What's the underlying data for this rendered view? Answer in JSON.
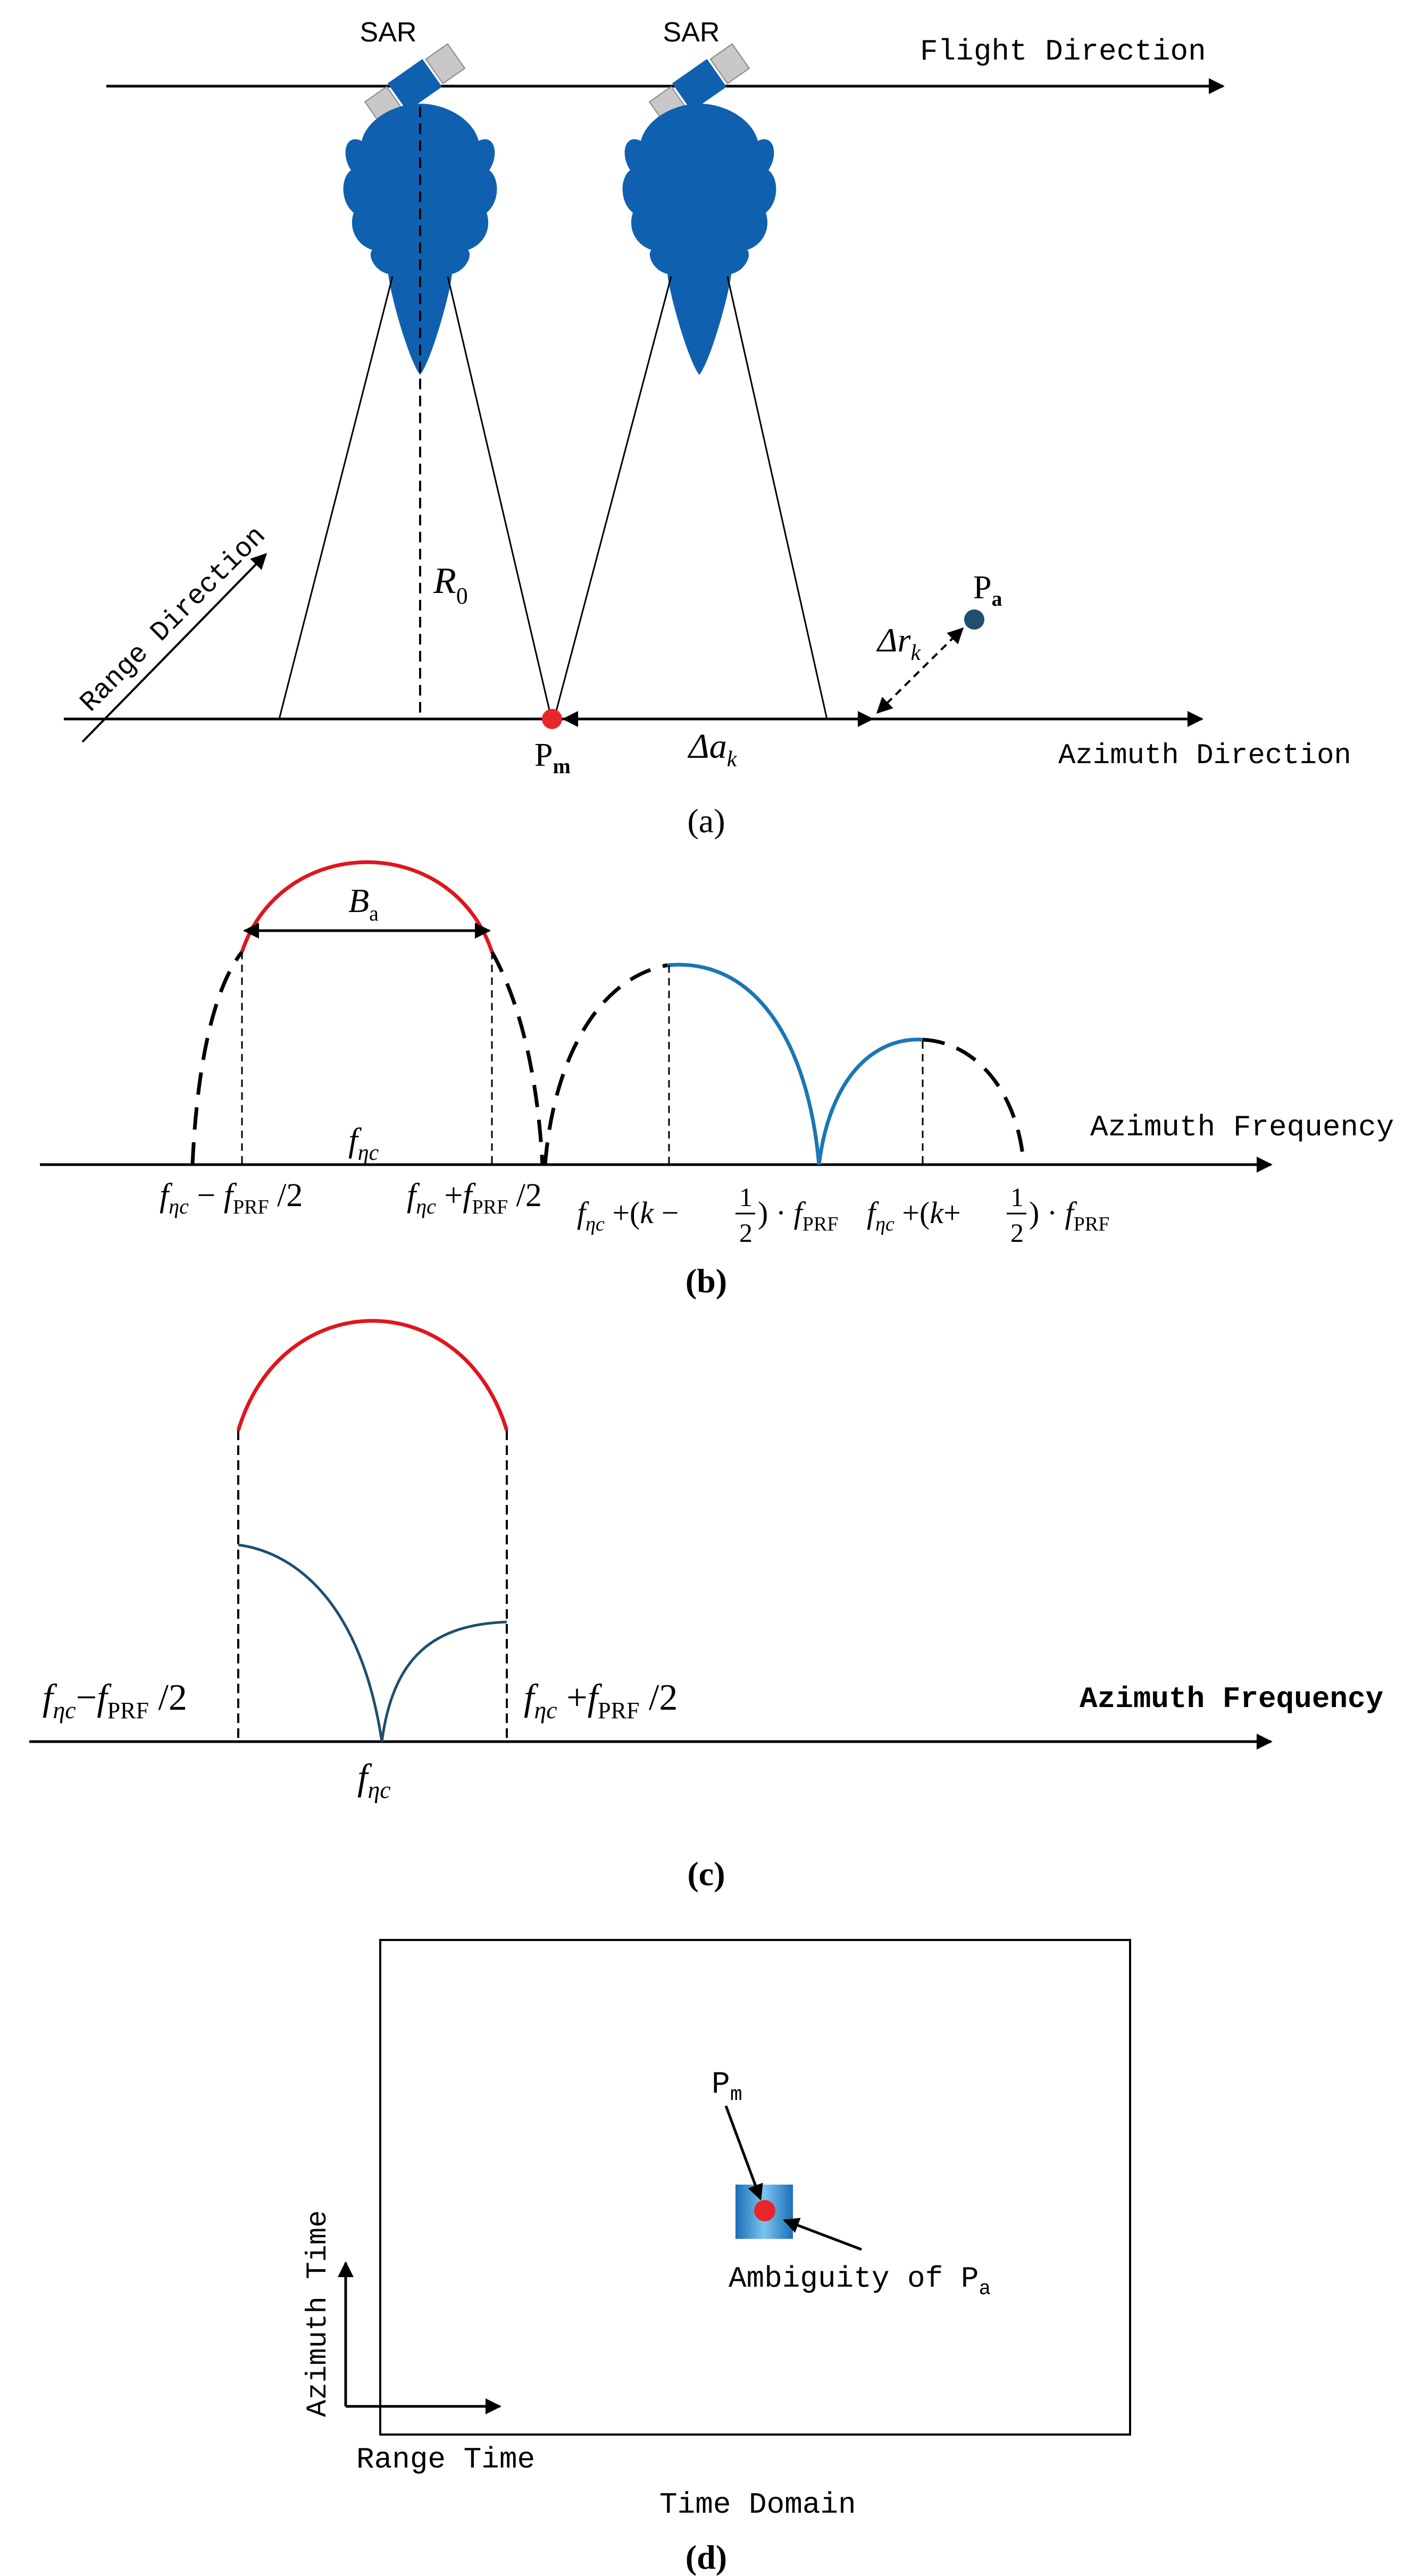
{
  "colors": {
    "beam": "#1060b0",
    "red": "#e8262b",
    "redLine": "#e0161d",
    "blueLine": "#1a76b4",
    "darkBlue": "#1f4e6e",
    "black": "#000000",
    "satGray": "#b8b8b8"
  },
  "panel_a": {
    "sar_left": "SAR",
    "sar_right": "SAR",
    "flight_direction": "Flight Direction",
    "range_direction": "Range Direction",
    "azimuth_direction": "Azimuth Direction",
    "r0_main": "R",
    "r0_sub": "0",
    "pm_main": "P",
    "pm_sub": "m",
    "pa_main": "P",
    "pa_sub": "a",
    "delta_a_main": "Δa",
    "delta_a_sub": "k",
    "delta_r_main": "Δr",
    "delta_r_sub": "k",
    "caption": "(a)"
  },
  "panel_b": {
    "ba_main": "B",
    "ba_sub": "a",
    "f_eta_c_main": "f",
    "f_eta_c_sub": "ηc",
    "azimuth_frequency": "Azimuth Frequency",
    "tick1": "f_ηc − f_PRF /2",
    "tick2": "f_ηc + f_PRF /2",
    "tick3": "f_ηc + (k − 1/2) · f_PRF",
    "tick4": "f_ηc + (k + 1/2) · f_PRF",
    "caption": "(b)"
  },
  "panel_c": {
    "azimuth_frequency": "Azimuth Frequency",
    "tick_left": "f_ηc − f_PRF /2",
    "tick_right": "f_ηc + f_PRF /2",
    "center_main": "f",
    "center_sub": "ηc",
    "caption": "(c)"
  },
  "panel_d": {
    "pm_main": "P",
    "pm_sub": "m",
    "ambiguity_main": "Ambiguity of P",
    "ambiguity_sub": "a",
    "azimuth_time": "Azimuth Time",
    "range_time": "Range Time",
    "time_domain": "Time Domain",
    "caption": "(d)"
  }
}
